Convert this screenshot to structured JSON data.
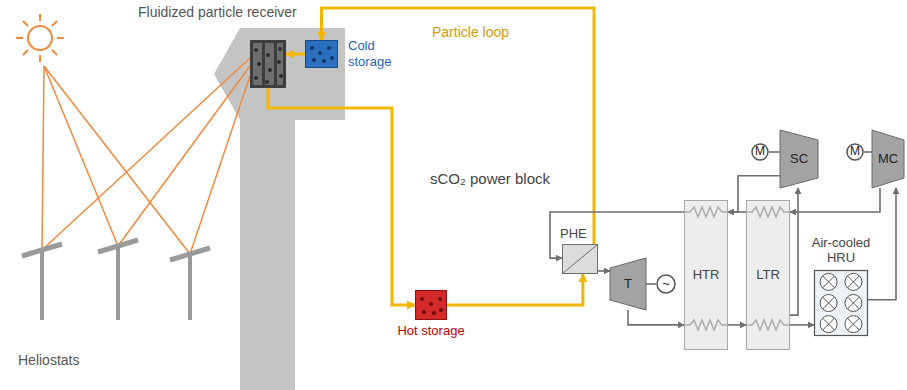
{
  "diagram": {
    "nodes": [
      {
        "text": [
          "Fluidized particle receiver"
        ]
      },
      {
        "text": [
          "Cold storage"
        ]
      },
      {
        "text": [
          "Hot storage"
        ]
      },
      {
        "text": [
          "PHE"
        ]
      },
      {
        "text": [
          "T"
        ]
      },
      {
        "text": [
          "~"
        ]
      },
      {
        "text": [
          "HTR"
        ]
      },
      {
        "text": [
          "LTR"
        ]
      },
      {
        "text": [
          "Air-cooled HRU"
        ]
      },
      {
        "text": [
          "M"
        ]
      },
      {
        "text": [
          "SC"
        ]
      },
      {
        "text": [
          "M"
        ]
      },
      {
        "text": [
          "MC"
        ]
      }
    ],
    "edges": [
      {
        "from": 1,
        "to": 0,
        "arrow": "to"
      },
      {
        "from": 0,
        "to": 2,
        "arrow": "to"
      },
      {
        "from": 2,
        "to": 3,
        "arrow": "to"
      },
      {
        "from": 3,
        "to": 1,
        "arrow": "to"
      },
      {
        "from": 3,
        "to": 4,
        "arrow": "to"
      },
      {
        "from": 4,
        "to": 5,
        "arrow": "none"
      },
      {
        "from": 4,
        "to": 6,
        "arrow": "to"
      },
      {
        "from": 6,
        "to": 7,
        "arrow": "to"
      },
      {
        "from": 7,
        "to": 8,
        "arrow": "to"
      },
      {
        "from": 8,
        "to": 12,
        "arrow": "to"
      },
      {
        "from": 12,
        "to": 7,
        "arrow": "to"
      },
      {
        "from": 7,
        "to": 6,
        "arrow": "to"
      },
      {
        "from": 6,
        "to": 3,
        "arrow": "to"
      },
      {
        "from": 7,
        "to": 10,
        "arrow": "to"
      },
      {
        "from": 10,
        "to": 6,
        "arrow": "to"
      },
      {
        "from": 9,
        "to": 10,
        "arrow": "none"
      },
      {
        "from": 11,
        "to": 12,
        "arrow": "none"
      }
    ],
    "labels": [
      "Particle loop",
      "sCO₂ power block",
      "Heliostats"
    ]
  }
}
